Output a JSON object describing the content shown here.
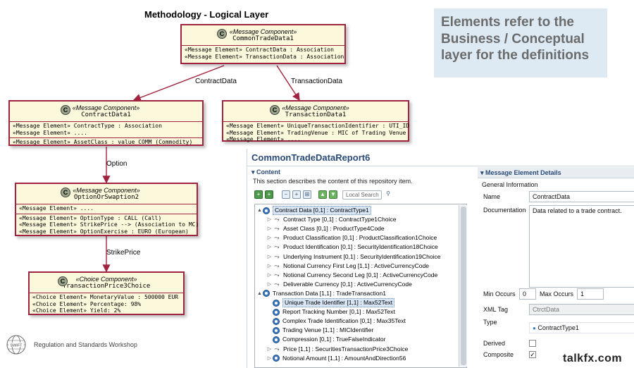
{
  "diagram_title": "Methodology - Logical Layer",
  "callout": {
    "line1": "Elements refer to the",
    "line2": "Business / Conceptual",
    "line3": "layer for the definitions"
  },
  "boxes": {
    "common": {
      "badge": "C",
      "stereotype": "«Message Component»",
      "name": "CommonTradeData1",
      "lines": [
        "«Message Element» ContractData : Association",
        "«Message Element» TransactionData : Association"
      ]
    },
    "contract": {
      "badge": "C",
      "stereotype": "«Message Component»",
      "name": "ContractData1",
      "lines_a": [
        "«Message Element» ContractType : Association",
        "«Message Element» ...."
      ],
      "lines_b": [
        "«Message Element» AssetClass : value COMM (Commodity)"
      ]
    },
    "transaction": {
      "badge": "C",
      "stereotype": "«Message Component»",
      "name": "TransactionData1",
      "lines": [
        "«Message Element» UniqueTransactionIdentifier : UTI_ID",
        "«Message Element» TradingVenue : MIC of Trading Venue",
        "«Message Element» ...."
      ]
    },
    "option": {
      "badge": "C",
      "stereotype": "«Message Component»",
      "name": "OptionOrSwaption2",
      "lines_a": [
        "«Message Element» ...."
      ],
      "lines_b": [
        "«Message Element» OptionType : CALL (Call)",
        "«Message Element» StrikePrice --> (Association to MC)",
        "«Message Element» OptionExercise  : EURO (European)"
      ]
    },
    "price": {
      "badge": "C",
      "stereotype": "«Choice Component»",
      "name": "TransactionPrice3Choice",
      "lines": [
        "«Choice Element» MonetaryValue : 500000 EUR",
        "«Choice Element» Percentage: 98%",
        "«Choice Element» Yield: 2%"
      ]
    }
  },
  "edges": {
    "contract": "ContractData",
    "transaction": "TransactionData",
    "option": "Option",
    "strike": "StrikePrice"
  },
  "editor": {
    "title": "CommonTradeDataReport6",
    "content_header": "Content",
    "description": "This section describes the content of this repository item.",
    "search_placeholder": "Local Search",
    "tree": [
      {
        "indent": 0,
        "twisty": "▲",
        "icon": "radio",
        "label": "Contract Data [0,1] : ContractType1",
        "selected": true
      },
      {
        "indent": 1,
        "twisty": "▷",
        "icon": "assoc",
        "label": "Contract Type [0,1] : ContractType1Choice"
      },
      {
        "indent": 1,
        "twisty": "▷",
        "icon": "assoc",
        "label": "Asset Class [0,1] : ProductType4Code"
      },
      {
        "indent": 1,
        "twisty": "▷",
        "icon": "assoc",
        "label": "Product Classification [0,1] : ProductClassification1Choice"
      },
      {
        "indent": 1,
        "twisty": "▷",
        "icon": "assoc",
        "label": "Product Identification [0,1] : SecurityIdentification18Choice"
      },
      {
        "indent": 1,
        "twisty": "▷",
        "icon": "assoc",
        "label": "Underlying Instrument [0,1] : SecurityIdentification19Choice"
      },
      {
        "indent": 1,
        "twisty": "▷",
        "icon": "assoc",
        "label": "Notional Currency First Leg [1,1] : ActiveCurrencyCode"
      },
      {
        "indent": 1,
        "twisty": "▷",
        "icon": "assoc",
        "label": "Notional Currency Second Leg [0,1] : ActiveCurrencyCode"
      },
      {
        "indent": 1,
        "twisty": "▷",
        "icon": "assoc",
        "label": "Deliverable Currency [0,1] : ActiveCurrencyCode"
      },
      {
        "indent": 0,
        "twisty": "▲",
        "icon": "radio",
        "label": "Transaction Data [1,1] : TradeTransaction1"
      },
      {
        "indent": 1,
        "twisty": "",
        "icon": "radio",
        "label": "Unique Trade Identifier [1,1] : Max52Text",
        "selected": true
      },
      {
        "indent": 1,
        "twisty": "",
        "icon": "radio",
        "label": "Report Tracking Number [0,1] : Max52Text"
      },
      {
        "indent": 1,
        "twisty": "",
        "icon": "radio",
        "label": "Complex Trade Identification [0,1] : Max35Text"
      },
      {
        "indent": 1,
        "twisty": "",
        "icon": "radio",
        "label": "Trading Venue [1,1] : MICIdentifier"
      },
      {
        "indent": 1,
        "twisty": "",
        "icon": "radio",
        "label": "Compression [0,1] : TrueFalseIndicator"
      },
      {
        "indent": 1,
        "twisty": "▷",
        "icon": "assoc",
        "label": "Price [1,1] : SecuritiesTransactionPrice3Choice"
      },
      {
        "indent": 1,
        "twisty": "▷",
        "icon": "radio",
        "label": "Notional Amount [1,1] : AmountAndDirection56"
      }
    ],
    "details": {
      "header": "Message Element Details",
      "general": "General Information",
      "name_label": "Name",
      "name_value": "ContractData",
      "doc_label": "Documentation",
      "doc_value": "Data related to a trade contract.",
      "min_label": "Min Occurs",
      "min_value": "0",
      "max_label": "Max Occurs",
      "max_value": "1",
      "xml_label": "XML Tag",
      "xml_value": "CtrctData",
      "type_label": "Type",
      "type_value": "ContractType1",
      "derived_label": "Derived",
      "derived_checked": false,
      "composite_label": "Composite",
      "composite_checked": true
    }
  },
  "footer": {
    "logo_text": "SWIFT",
    "text": "Regulation and Standards Workshop"
  },
  "watermark": "talkfx.com"
}
